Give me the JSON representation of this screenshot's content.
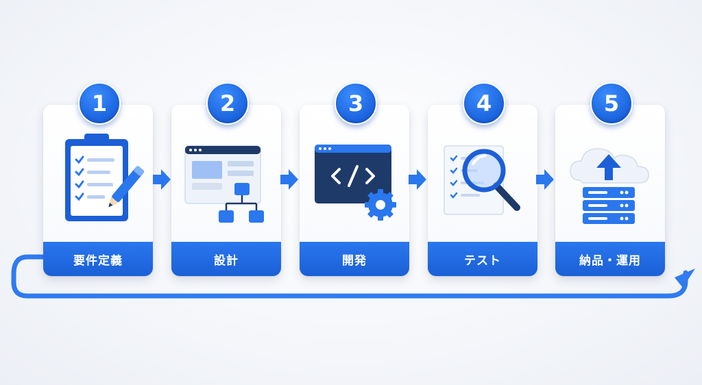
{
  "colors": {
    "accent": "#1a63dd",
    "accent_light": "#2a77ee",
    "navy": "#1e3a68",
    "card": "#ffffff",
    "background": "#f4f6fa"
  },
  "flow": {
    "loop_arrow_icon": "curved-loop-arrow",
    "connector_icon": "arrow-right"
  },
  "steps": [
    {
      "number": "1",
      "label": "要件定義",
      "icon": "clipboard-checklist-pencil-icon"
    },
    {
      "number": "2",
      "label": "設計",
      "icon": "wireframe-flowchart-icon"
    },
    {
      "number": "3",
      "label": "開発",
      "icon": "code-window-gear-icon"
    },
    {
      "number": "4",
      "label": "テスト",
      "icon": "checklist-magnifier-icon"
    },
    {
      "number": "5",
      "label": "納品・運用",
      "icon": "cloud-upload-server-icon"
    }
  ]
}
